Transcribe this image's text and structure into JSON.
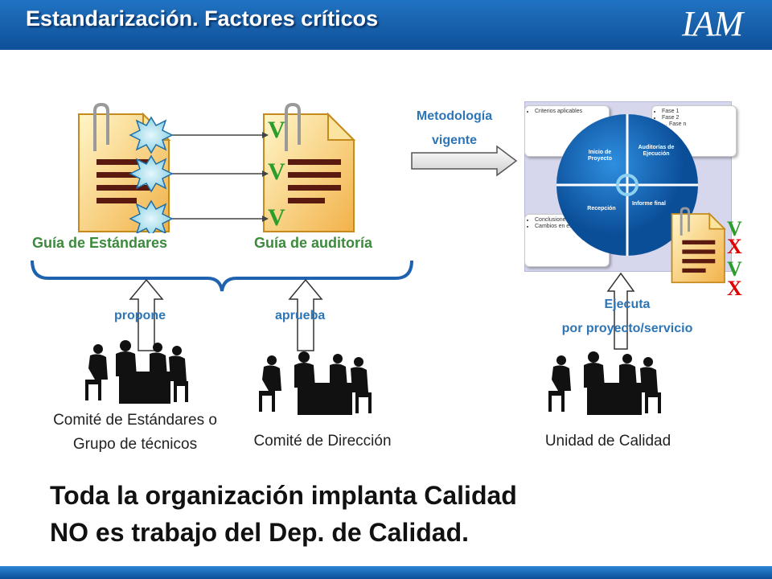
{
  "header": {
    "title": "Estandarización. Factores críticos",
    "logo": "IAM"
  },
  "docs": {
    "standards_label": "Guía de Estándares",
    "audit_label": "Guía de auditoría",
    "ticks": [
      "V",
      "V",
      "V"
    ]
  },
  "methodology": {
    "line1": "Metodología",
    "line2": "vigente"
  },
  "diagram": {
    "box_top_left": [
      "Criterios aplicables"
    ],
    "box_top_right": [
      "Fase 1",
      "Fase 2",
      "… Fase n"
    ],
    "box_bottom_left": [
      "Conclusiones",
      "Cambios en estándares"
    ],
    "segments": {
      "inicio": "Inicio de Proyecto",
      "auditorias": "Auditorías de Ejecución",
      "recepcion": "Recepción",
      "informe": "Informe final"
    },
    "marks": [
      "V",
      "X",
      "V",
      "X"
    ]
  },
  "arrows": {
    "propone": "propone",
    "aprueba": "aprueba",
    "ejecuta1": "Ejecuta",
    "ejecuta2": "por proyecto/servicio"
  },
  "groups": {
    "comite_estandares": "Comité de Estándares o",
    "grupo_tecnicos": "Grupo de técnicos",
    "comite_direccion": "Comité de Dirección",
    "unidad_calidad": "Unidad de Calidad"
  },
  "message": {
    "line1": "Toda la organización implanta Calidad",
    "line2": "NO es trabajo del Dep. de Calidad."
  },
  "colors": {
    "header_blue": "#1a63ad",
    "label_blue": "#2e75b6",
    "label_green": "#3c8a3c",
    "tick_green": "#2a9d2a",
    "cross_red": "#e00000"
  }
}
